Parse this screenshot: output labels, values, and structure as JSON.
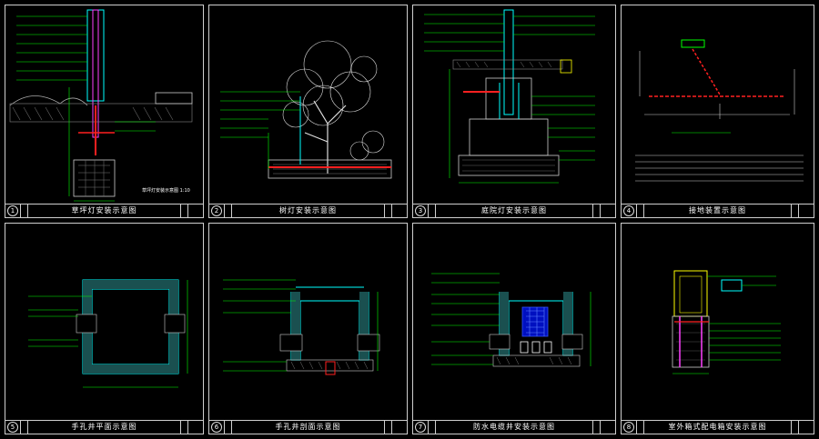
{
  "panels": [
    {
      "num": "1",
      "title": "草坪灯安装示意图"
    },
    {
      "num": "2",
      "title": "树灯安装示意图"
    },
    {
      "num": "3",
      "title": "庭院灯安装示意图"
    },
    {
      "num": "4",
      "title": "接地装置示意图"
    },
    {
      "num": "5",
      "title": "手孔井平面示意图"
    },
    {
      "num": "6",
      "title": "手孔井剖面示意图"
    },
    {
      "num": "7",
      "title": "防水电缆井安装示意图"
    },
    {
      "num": "8",
      "title": "室外箱式配电箱安装示意图"
    }
  ],
  "colors": {
    "line": "#00ff00",
    "wall": "#00ffff",
    "red": "#ff2020",
    "white": "#ffffff",
    "magenta": "#ff40ff",
    "yellow": "#ffff00"
  }
}
